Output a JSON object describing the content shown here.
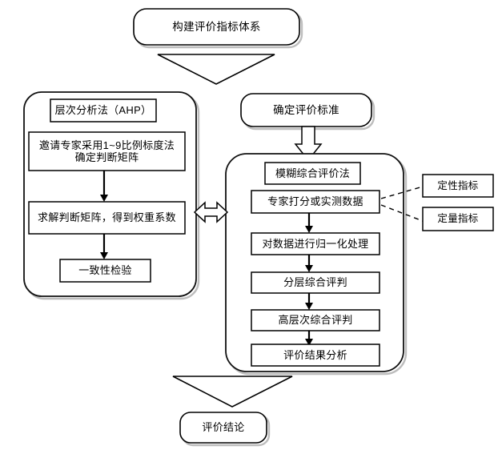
{
  "diagram": {
    "type": "flowchart",
    "title_node": {
      "label": "构建评价指标体系"
    },
    "criteria_node": {
      "label": "确定评价标准"
    },
    "conclusion_node": {
      "label": "评价结论"
    },
    "ahp_panel": {
      "title": "层次分析法（AHP）",
      "steps": [
        {
          "label": "邀请专家采用1~9比例标度法确定判断矩阵"
        },
        {
          "label": "求解判断矩阵，得到权重系数"
        },
        {
          "label": "一致性检验"
        }
      ]
    },
    "fuzzy_panel": {
      "title": "模糊综合评价法",
      "steps": [
        {
          "label": "专家打分或实测数据"
        },
        {
          "label": "对数据进行归一化处理"
        },
        {
          "label": "分层综合评判"
        },
        {
          "label": "高层次综合评判"
        },
        {
          "label": "评价结果分析"
        }
      ]
    },
    "indicator_nodes": [
      {
        "label": "定性指标"
      },
      {
        "label": "定量指标"
      }
    ],
    "connectors": {
      "top_big_arrow": "big-triangle-down",
      "criteria_block_arrow": "hollow-block-arrow-down",
      "panels_link": "double-headed-hollow-arrow",
      "bottom_big_arrow": "big-triangle-down",
      "indicator_links": "dashed-line"
    },
    "colors": {
      "stroke": "#000000",
      "panel_stroke": "#1a1a1a",
      "fill": "#ffffff",
      "shadow": "#b8b8b8",
      "text": "#000000"
    }
  }
}
